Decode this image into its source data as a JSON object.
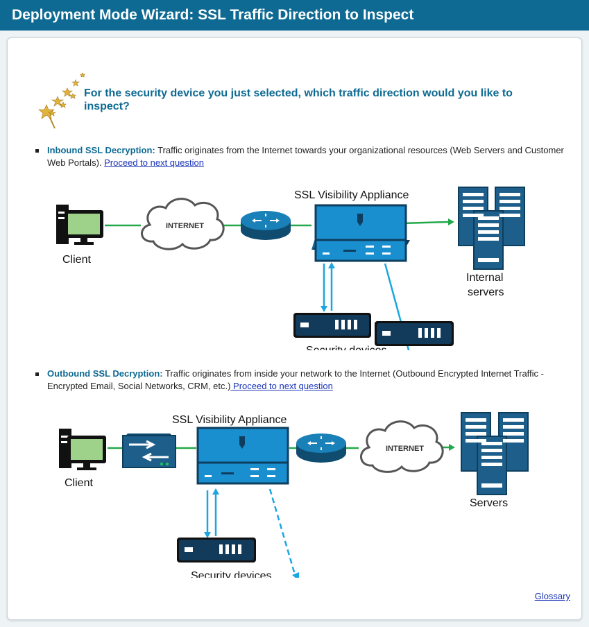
{
  "title": "Deployment Mode Wizard: SSL Traffic Direction to Inspect",
  "question": "For the security device you just selected, which traffic direction would you like to inspect?",
  "options": [
    {
      "heading": "Inbound SSL Decryption:",
      "text": " Traffic originates from the Internet towards your organizational resources (Web Servers and Customer Web Portals). ",
      "link": "Proceed to next question",
      "diagram": {
        "appliance_label": "SSL Visibility Appliance",
        "client_label": "Client",
        "internet_label": "INTERNET",
        "servers_label_1": "Internal",
        "servers_label_2": "servers",
        "security_label": "Security devices"
      }
    },
    {
      "heading": "Outbound SSL Decryption:",
      "text": " Traffic originates from inside your network to the Internet (Outbound Encrypted Internet Traffic - Encrypted Email, Social Networks, CRM, etc.)",
      "link": " Proceed to next question",
      "diagram": {
        "appliance_label": "SSL Visibility Appliance",
        "client_label": "Client",
        "internet_label": "INTERNET",
        "servers_label": "Servers",
        "security_label": "Security devices"
      }
    }
  ],
  "glossary": "Glossary",
  "colors": {
    "brand": "#0e6a93",
    "link": "#1a33b8",
    "appliance": "#1a8fd0",
    "device": "#123a5a",
    "green_line": "#22a84a",
    "blue_arrow": "#1aa6e0"
  }
}
